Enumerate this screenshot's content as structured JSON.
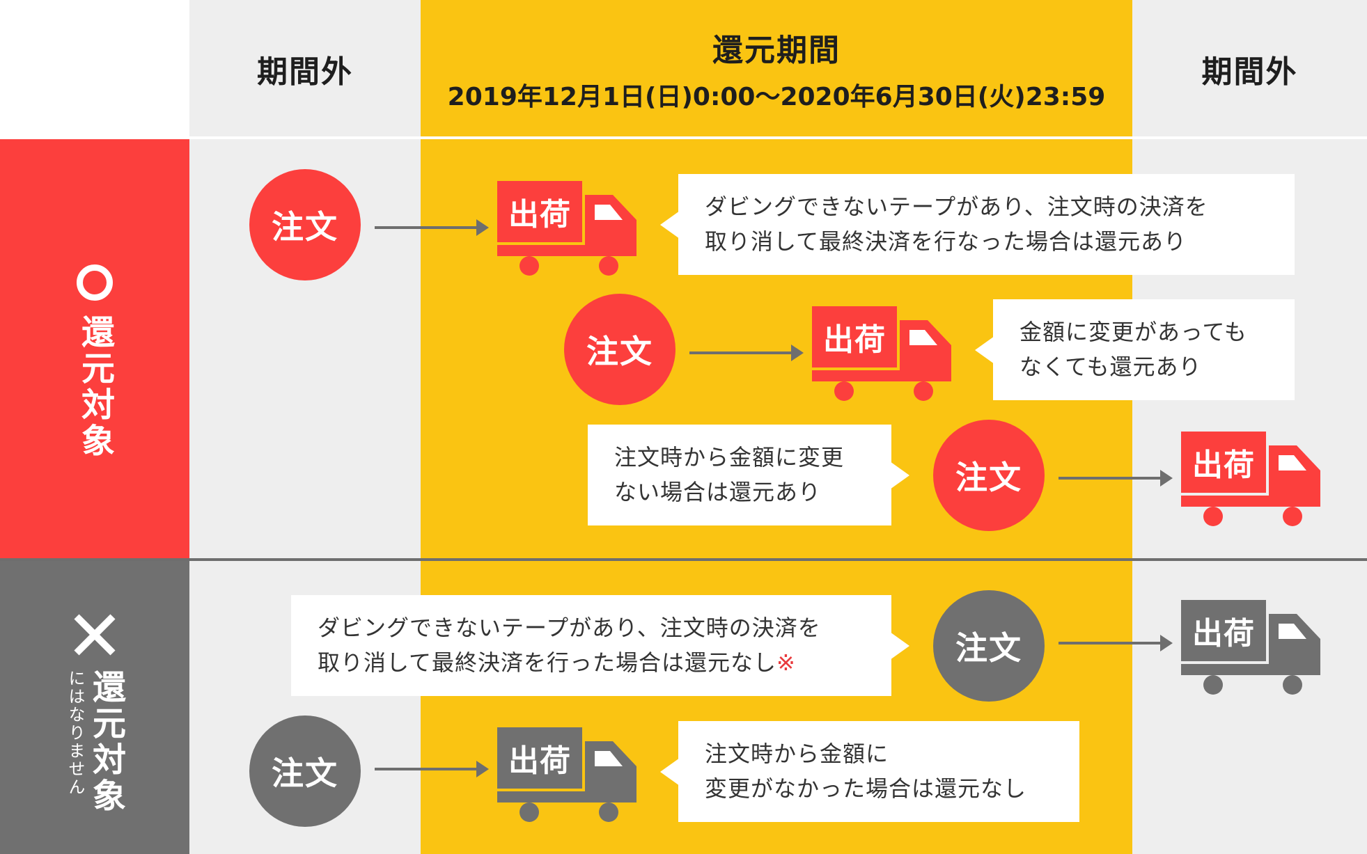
{
  "colors": {
    "outside_bg": "#eeeeee",
    "period_bg": "#fac412",
    "red": "#fc3f3d",
    "gray": "#707070",
    "arrow": "#6e6e6e",
    "text_dark": "#1e1e1e"
  },
  "header": {
    "left_label": "期間外",
    "center_title": "還元期間",
    "center_date": "2019年12月1日(日)0:00〜2020年6月30日(火)23:59",
    "right_label": "期間外"
  },
  "rows": {
    "eligible": {
      "symbol": "○",
      "label": "還元対象"
    },
    "not_eligible": {
      "symbol": "×",
      "label": "還元対象",
      "sublabel": "にはなりません"
    }
  },
  "labels": {
    "order": "注文",
    "ship": "出荷"
  },
  "bubbles": {
    "b1": [
      "ダビングできないテープがあり、注文時の決済を",
      "取り消して最終決済を行なった場合は還元あり"
    ],
    "b2": [
      "金額に変更があっても",
      "なくても還元あり"
    ],
    "b3": [
      "注文時から金額に変更",
      "ない場合は還元あり"
    ],
    "b4": [
      "ダビングできないテープがあり、注文時の決済を",
      "取り消して最終決済を行った場合は還元なし"
    ],
    "b4_mark": "※",
    "b5": [
      "注文時から金額に",
      "変更がなかった場合は還元なし"
    ]
  }
}
